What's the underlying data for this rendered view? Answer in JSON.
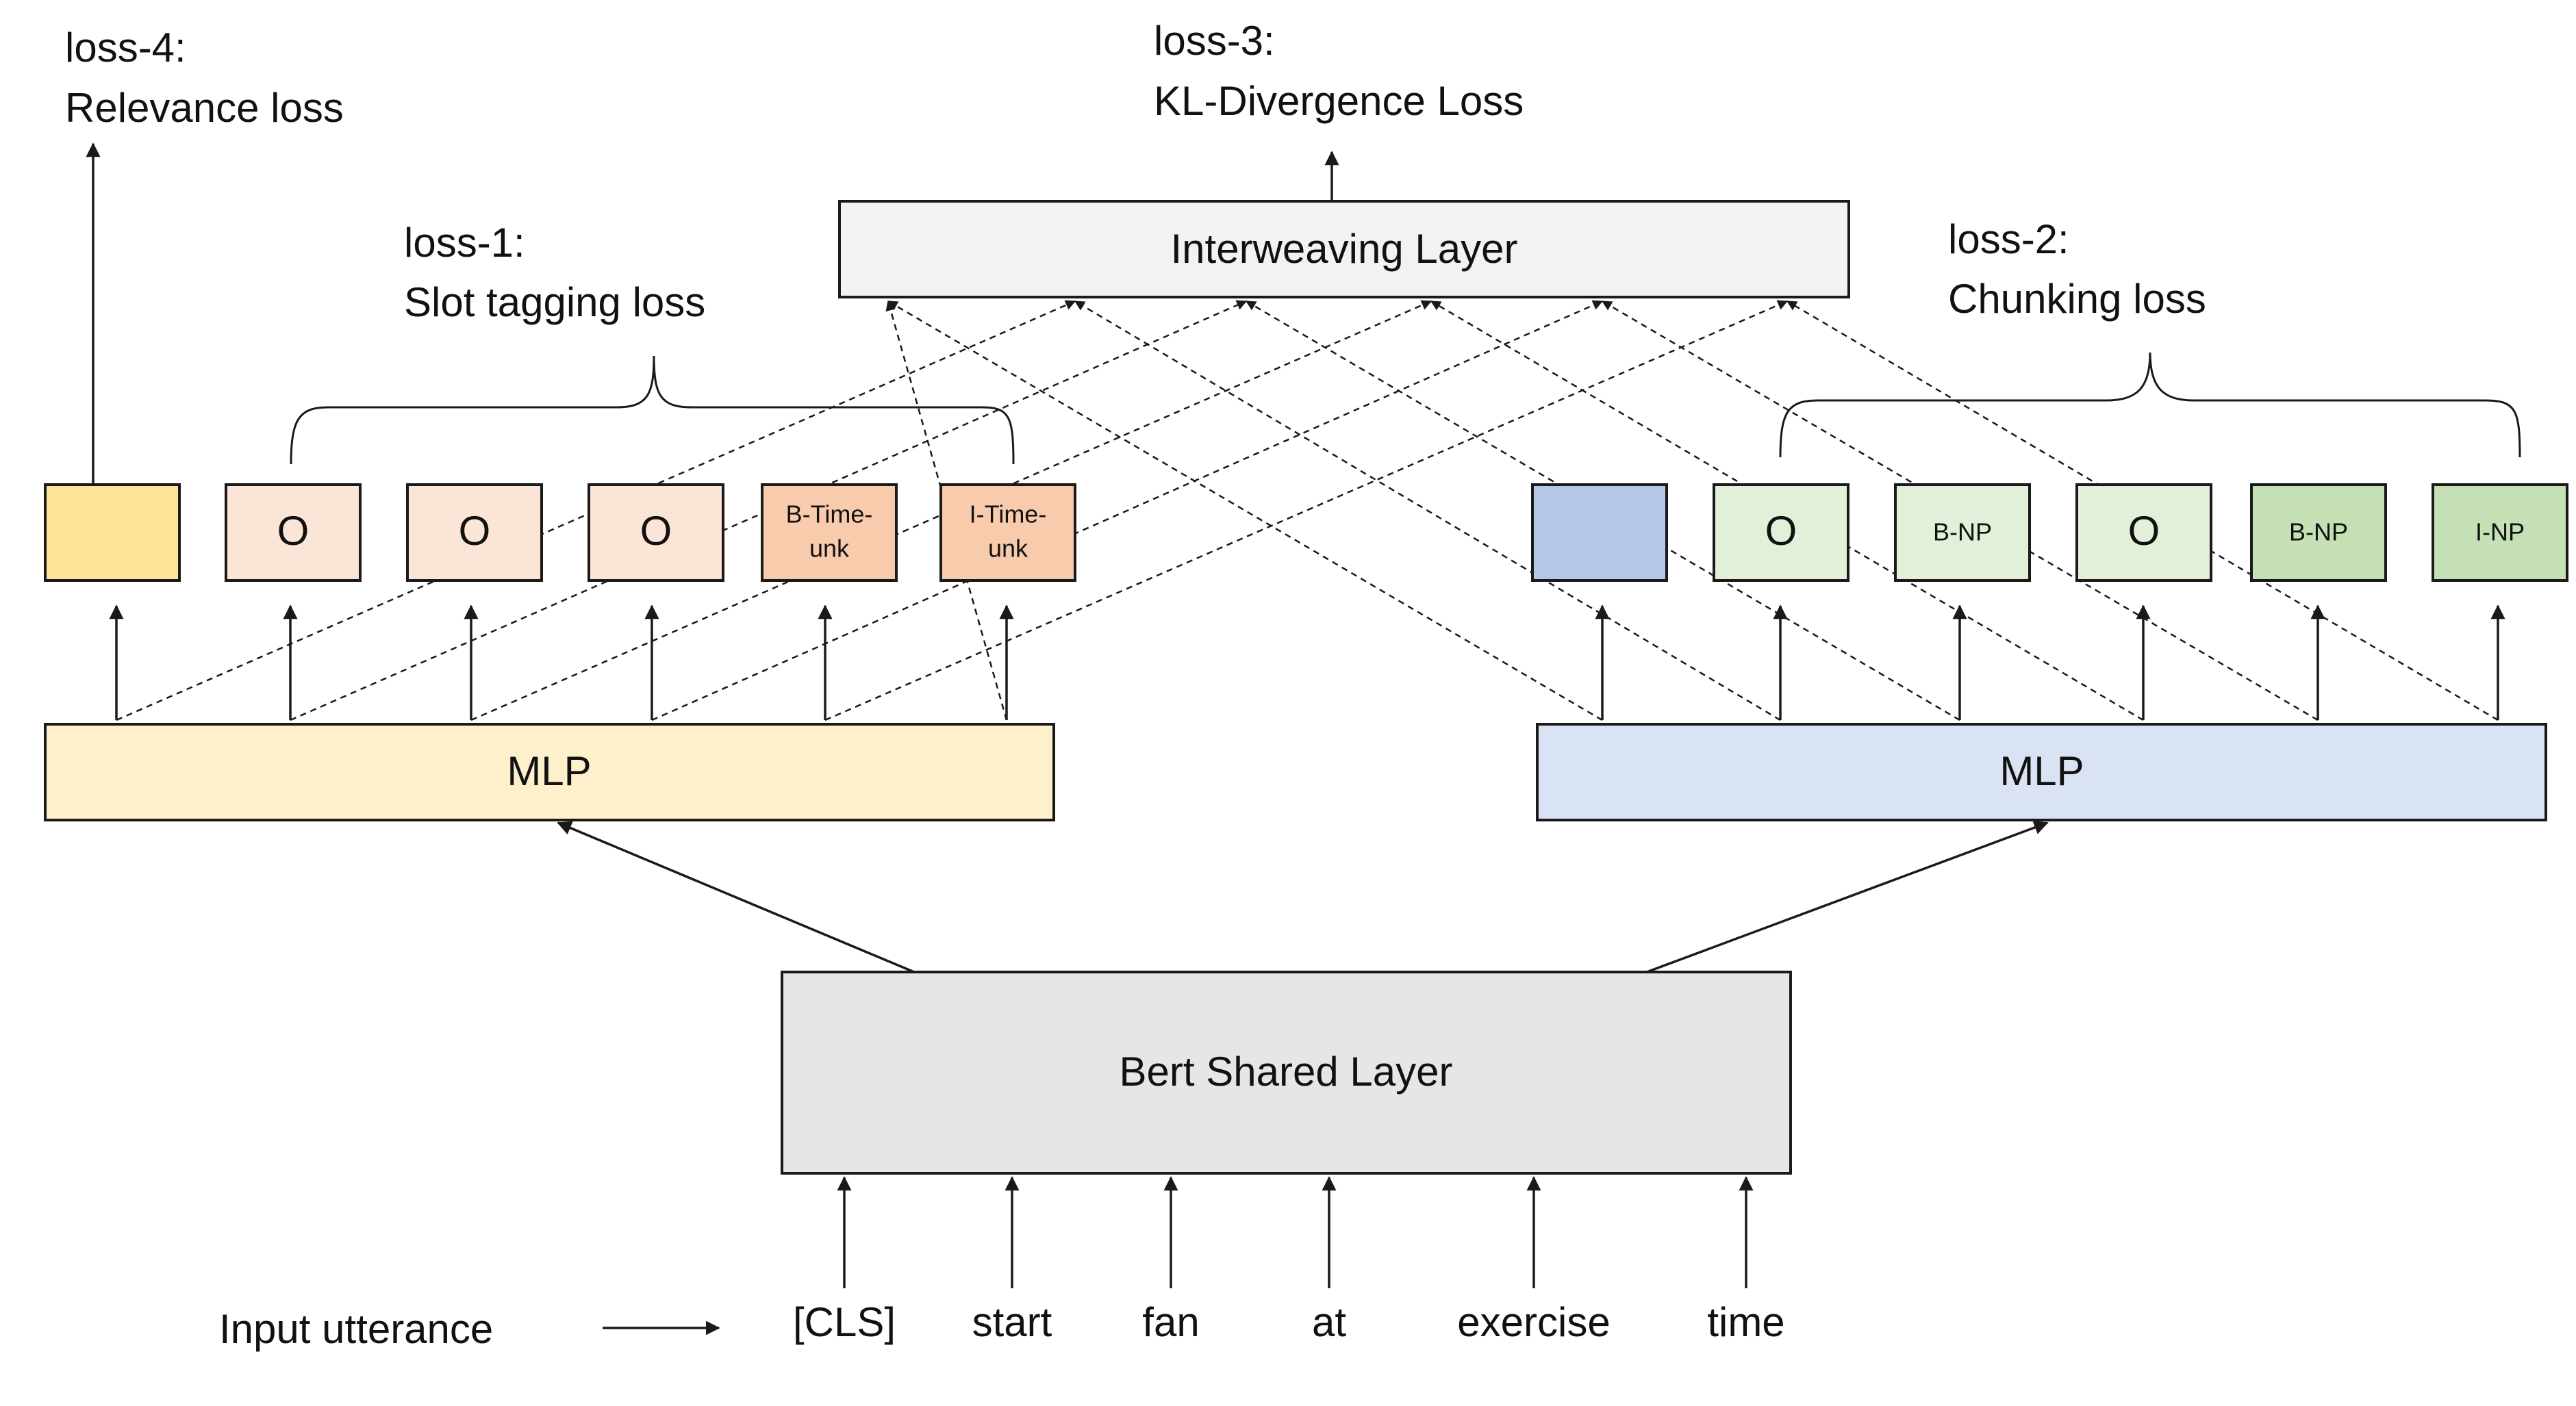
{
  "colors": {
    "interweaving": "#f2f2f2",
    "bert": "#e6e6e6",
    "mlp_left": "#fff0cc",
    "mlp_right": "#dae3f3",
    "relevance": "#ffe399",
    "slot_light": "#fbe5d6",
    "slot_dark": "#f8cbad",
    "intent": "#b4c7e7",
    "chunk_light": "#e2f0d9",
    "chunk_dark": "#c5e0b4"
  },
  "losses": {
    "loss4": {
      "line1": "loss-4:",
      "line2": "Relevance loss"
    },
    "loss3": {
      "line1": "loss-3:",
      "line2": "KL-Divergence Loss"
    },
    "loss1": {
      "line1": "loss-1:",
      "line2": "Slot tagging loss"
    },
    "loss2": {
      "line1": "loss-2:",
      "line2": "Chunking loss"
    }
  },
  "layers": {
    "interweaving": "Interweaving Layer",
    "mlp_left": "MLP",
    "mlp_right": "MLP",
    "bert": "Bert Shared Layer"
  },
  "slot_tags": [
    {
      "line1": "",
      "line2": ""
    },
    {
      "line1": "O",
      "line2": ""
    },
    {
      "line1": "O",
      "line2": ""
    },
    {
      "line1": "O",
      "line2": ""
    },
    {
      "line1": "B-Time-",
      "line2": "unk"
    },
    {
      "line1": "I-Time-",
      "line2": "unk"
    }
  ],
  "chunk_tags": [
    {
      "line1": "",
      "line2": ""
    },
    {
      "line1": "O",
      "line2": ""
    },
    {
      "line1": "B-NP",
      "line2": ""
    },
    {
      "line1": "O",
      "line2": ""
    },
    {
      "line1": "B-NP",
      "line2": ""
    },
    {
      "line1": "I-NP",
      "line2": ""
    }
  ],
  "input": {
    "label": "Input utterance",
    "tokens": [
      "[CLS]",
      "start",
      "fan",
      "at",
      "exercise",
      "time"
    ]
  }
}
